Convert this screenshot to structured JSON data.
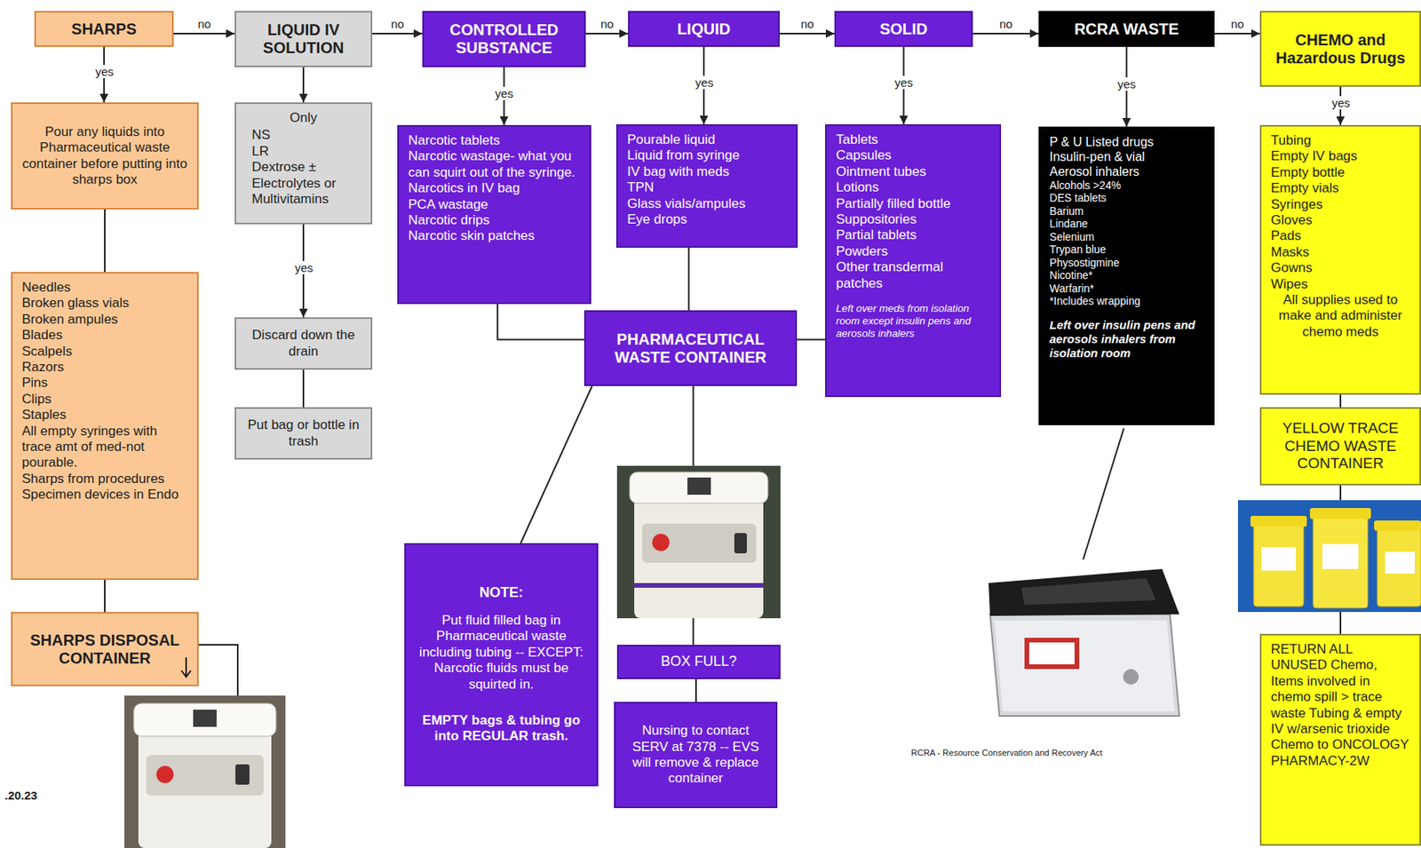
{
  "diagram": {
    "nodes": [
      {
        "text": [
          "SHARPS"
        ]
      },
      {
        "text": [
          "LIQUID IV SOLUTION"
        ]
      },
      {
        "text": [
          "CONTROLLED SUBSTANCE"
        ]
      },
      {
        "text": [
          "LIQUID"
        ]
      },
      {
        "text": [
          "SOLID"
        ]
      },
      {
        "text": [
          "RCRA WASTE"
        ]
      },
      {
        "text": [
          "CHEMO and Hazardous Drugs"
        ]
      },
      {
        "text": [
          "Pour any liquids into Pharmaceutical waste container before putting into sharps box"
        ]
      },
      {
        "text": [
          "Only",
          "NS",
          "LR",
          "Dextrose ± Electrolytes or Multivitamins"
        ]
      },
      {
        "text": [
          "Narcotic tablets",
          "Narcotic wastage- what you can squirt out of the syringe.",
          "Narcotics in IV bag",
          "PCA wastage",
          "Narcotic drips",
          "Narcotic skin patches"
        ]
      },
      {
        "text": [
          "Pourable liquid",
          "Liquid from syringe",
          "IV bag with meds",
          "TPN",
          "Glass vials/ampules",
          "Eye drops"
        ]
      },
      {
        "text": [
          "Tablets",
          "Capsules",
          "Ointment tubes",
          "Lotions",
          "Partially filled bottle",
          "Suppositories",
          "Partial tablets",
          "Powders",
          "Other transdermal patches",
          "Left over meds from isolation room except insulin pens and aerosols inhalers"
        ]
      },
      {
        "text": [
          "P & U Listed drugs",
          "Insulin-pen & vial",
          "Aerosol inhalers",
          "Alcohols >24%",
          "DES tablets",
          "Barium",
          "Lindane",
          "Selenium",
          "Trypan blue",
          "Physostigmine",
          "Nicotine*",
          "Warfarin*",
          "*Includes wrapping",
          "Left over insulin pens and aerosols inhalers from isolation room"
        ]
      },
      {
        "text": [
          "Tubing",
          "Empty IV bags",
          "Empty bottle",
          "Empty vials",
          "Syringes",
          "Gloves",
          "Pads",
          "Masks",
          "Gowns",
          "Wipes",
          "All supplies used to make and administer chemo meds"
        ]
      },
      {
        "text": [
          "Needles",
          "Broken glass vials",
          "Broken ampules",
          "Blades",
          "Scalpels",
          "Razors",
          "Pins",
          "Clips",
          "Staples",
          "All empty syringes with trace amt of med-not pourable.",
          "Sharps from procedures",
          "Specimen devices in Endo"
        ]
      },
      {
        "text": [
          "Discard down the drain"
        ]
      },
      {
        "text": [
          "PHARMACEUTICAL WASTE CONTAINER"
        ]
      },
      {
        "text": [
          "YELLOW TRACE CHEMO WASTE CONTAINER"
        ]
      },
      {
        "text": [
          "Put bag or bottle in trash"
        ]
      },
      {
        "text": [
          "SHARPS DISPOSAL CONTAINER"
        ]
      },
      {
        "text": [
          "NOTE:",
          "Put fluid filled bag in Pharmaceutical waste including tubing -- EXCEPT: Narcotic fluids must be squirted in.",
          "EMPTY bags & tubing go into REGULAR trash."
        ]
      },
      {
        "text": [
          "BOX FULL?"
        ]
      },
      {
        "text": [
          "Nursing to contact SERV at 7378 -- EVS will remove & replace container"
        ]
      },
      {
        "text": [
          "RETURN ALL UNUSED Chemo, Items involved in chemo spill > trace waste Tubing & empty IV w/arsenic trioxide Chemo to ONCOLOGY PHARMACY-2W"
        ]
      }
    ],
    "edges": [
      {
        "from": 0,
        "to": 1,
        "label": "no",
        "arrow": "to"
      },
      {
        "from": 1,
        "to": 2,
        "label": "no",
        "arrow": "to"
      },
      {
        "from": 2,
        "to": 3,
        "label": "no",
        "arrow": "to"
      },
      {
        "from": 3,
        "to": 4,
        "label": "no",
        "arrow": "to"
      },
      {
        "from": 4,
        "to": 5,
        "label": "no",
        "arrow": "to"
      },
      {
        "from": 5,
        "to": 6,
        "label": "no",
        "arrow": "to"
      },
      {
        "from": 0,
        "to": 7,
        "label": "yes",
        "arrow": "to"
      },
      {
        "from": 7,
        "to": 14,
        "arrow": "none"
      },
      {
        "from": 14,
        "to": 19,
        "arrow": "none"
      },
      {
        "from": 1,
        "to": 8,
        "arrow": "to"
      },
      {
        "from": 8,
        "to": 15,
        "label": "yes",
        "arrow": "to"
      },
      {
        "from": 15,
        "to": 18,
        "arrow": "none"
      },
      {
        "from": 2,
        "to": 9,
        "label": "yes",
        "arrow": "to"
      },
      {
        "from": 9,
        "to": 16,
        "arrow": "none"
      },
      {
        "from": 3,
        "to": 10,
        "label": "yes",
        "arrow": "to"
      },
      {
        "from": 10,
        "to": 16,
        "arrow": "none"
      },
      {
        "from": 4,
        "to": 11,
        "label": "yes",
        "arrow": "to"
      },
      {
        "from": 11,
        "to": 16,
        "arrow": "none"
      },
      {
        "from": 16,
        "to": 20,
        "arrow": "none"
      },
      {
        "from": 16,
        "to": 21,
        "arrow": "none"
      },
      {
        "from": 21,
        "to": 22,
        "arrow": "none"
      },
      {
        "from": 5,
        "to": 12,
        "label": "yes",
        "arrow": "to"
      },
      {
        "from": 6,
        "to": 13,
        "label": "yes",
        "arrow": "to"
      },
      {
        "from": 13,
        "to": 17,
        "arrow": "none"
      },
      {
        "from": 17,
        "to": 23,
        "arrow": "none"
      }
    ],
    "labels": [
      ".20.23",
      "RCRA - Resource Conservation and Recovery Act"
    ]
  }
}
